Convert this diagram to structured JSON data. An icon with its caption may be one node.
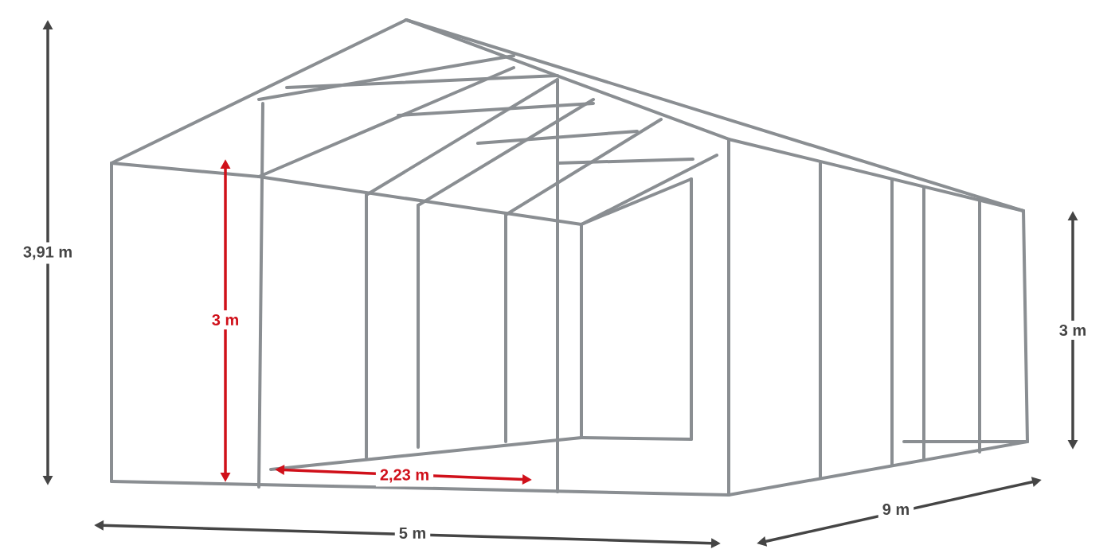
{
  "diagram": {
    "labels": [
      "3,91 m",
      "3 m",
      "2,23 m",
      "3 m",
      "9 m",
      "5 m"
    ]
  }
}
